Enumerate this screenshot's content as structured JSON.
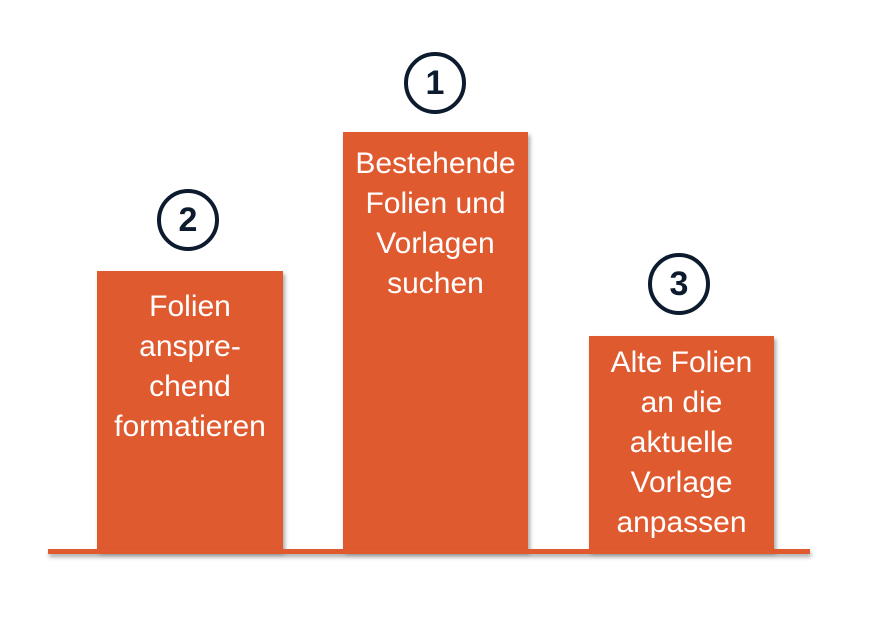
{
  "colors": {
    "bar": "#e05a30",
    "badge": "#0d1b2e",
    "text": "#ffffff"
  },
  "steps": [
    {
      "rank": "1",
      "text": "Bestehende\nFolien und\nVorlagen\nsuchen"
    },
    {
      "rank": "2",
      "text": "Folien\nanspre-\nchend\nformatieren"
    },
    {
      "rank": "3",
      "text": "Alte Folien\nan die\naktuelle\nVorlage\nanpassen"
    }
  ]
}
